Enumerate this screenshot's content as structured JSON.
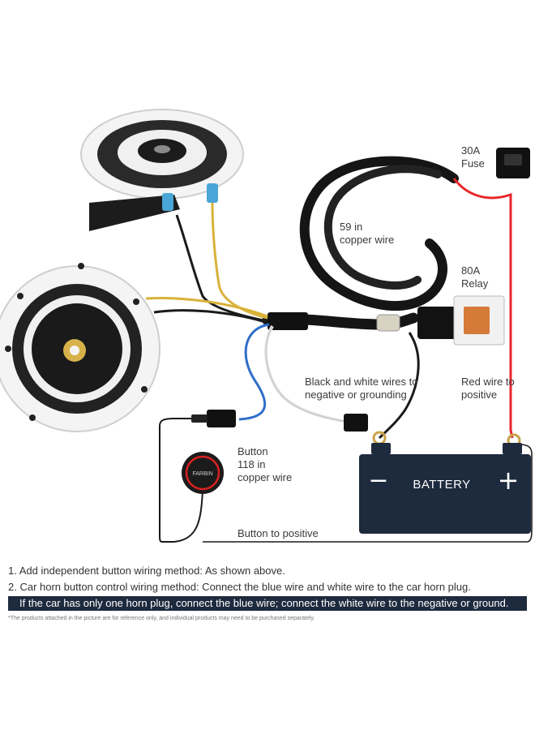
{
  "labels": {
    "fuse_amp": "30A",
    "fuse": "Fuse",
    "wire_length": "59 in",
    "wire_type": "copper wire",
    "relay_amp": "80A",
    "relay": "Relay",
    "ground_line1": "Black and white wires to",
    "ground_line2": "negative or grounding",
    "red_line1": "Red wire to",
    "red_line2": "positive",
    "button_title": "Button",
    "button_length": "118 in",
    "button_wire": "copper wire",
    "button_to_positive": "Button to positive",
    "battery": "BATTERY",
    "battery_neg": "−",
    "battery_pos": "+",
    "brand": "FARBIN"
  },
  "notes": {
    "line1": "1. Add independent button wiring method: As shown above.",
    "line2": "2. Car horn button control wiring method: Connect the blue wire and white wire to the car horn plug.",
    "highlight": "If the car has only one horn plug, connect the blue wire; connect the white wire to the negative or ground.",
    "disclaimer": "*The products attached in the picture are for reference only, and individual products may need to be purchased separately."
  },
  "colors": {
    "battery": "#1e2a3e",
    "highlight_bar": "#1e2a3e",
    "red_wire": "#e8262b",
    "blue_wire": "#2f6ec9",
    "yellow_wire": "#d8b23a",
    "black_wire": "#1a1a1a"
  }
}
